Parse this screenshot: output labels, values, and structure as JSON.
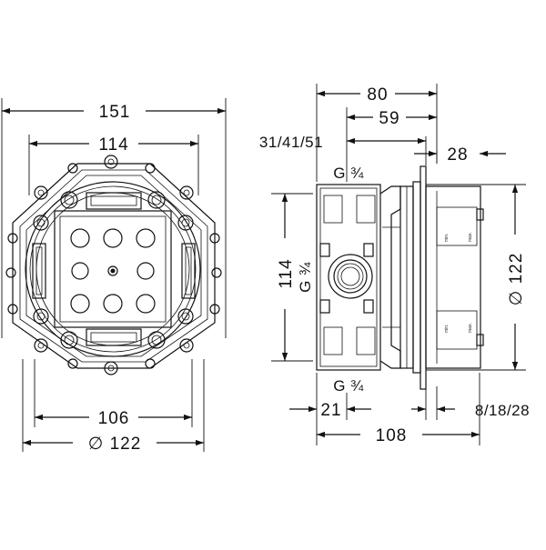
{
  "front_view": {
    "dims": {
      "overall_width": "151",
      "inner_width": "114",
      "lower_width": "106",
      "diameter": "∅ 122"
    }
  },
  "side_view": {
    "dims": {
      "depth_80": "80",
      "depth_59": "59",
      "depth_variants": "31/41/51",
      "plate_28": "28",
      "height_114": "114",
      "height_122": "∅ 122",
      "offset_21": "21",
      "depth_108": "108",
      "plate_variants": "8/18/28"
    },
    "thread_labels": {
      "top": "G ¾",
      "middle": "G ¾",
      "bottom": "G ¾"
    },
    "scale_labels": {
      "min": "min.",
      "max": "max."
    }
  }
}
